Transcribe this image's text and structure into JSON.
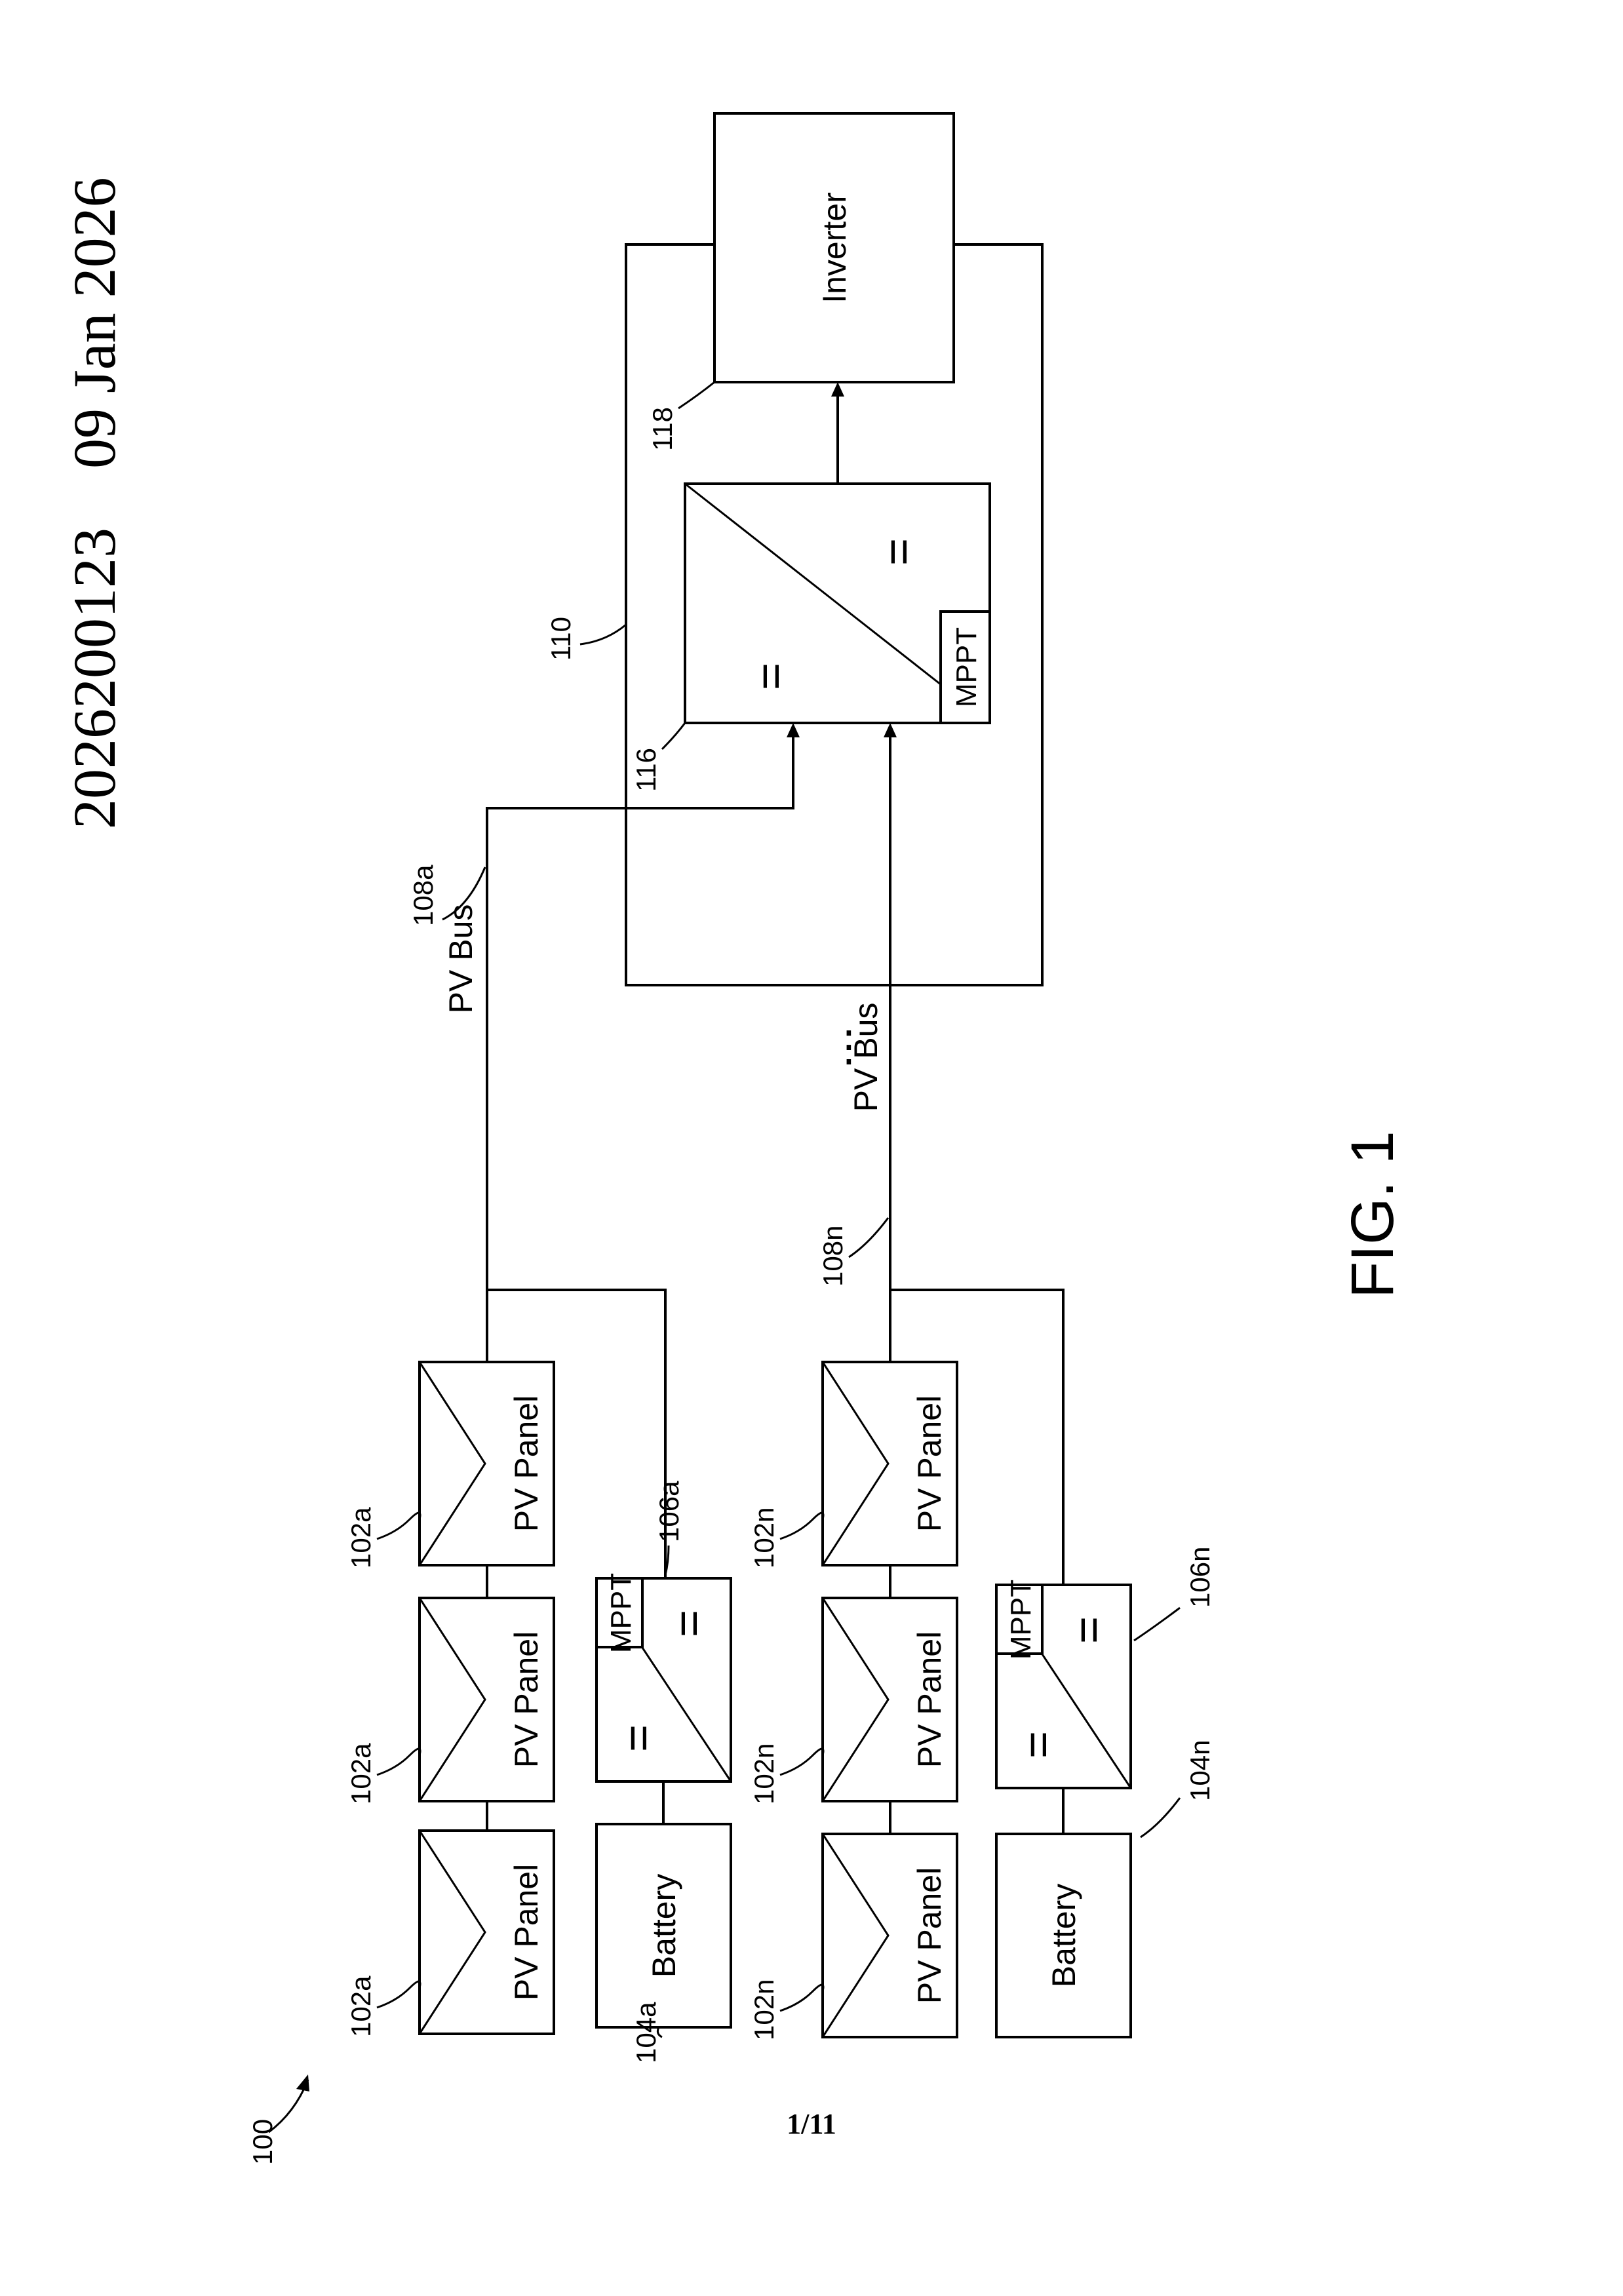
{
  "header": {
    "publication_number": "2026200123",
    "date": "09 Jan 2026"
  },
  "figure_label": "FIG. 1",
  "page_number": "1/11",
  "system_ref": "100",
  "pv_panel_label": "PV Panel",
  "battery_label": "Battery",
  "mppt_label": "MPPT",
  "inverter_label": "Inverter",
  "pv_bus_label": "PV Bus",
  "equals_symbol": "=",
  "ellipsis": "⋮",
  "refs": {
    "panel_a": "102a",
    "panel_n": "102n",
    "battery_a": "104a",
    "battery_n": "104n",
    "converter_a": "106a",
    "converter_n": "106n",
    "bus_a": "108a",
    "bus_n": "108n",
    "enclosure": "110",
    "central_converter": "116",
    "inverter": "118"
  }
}
